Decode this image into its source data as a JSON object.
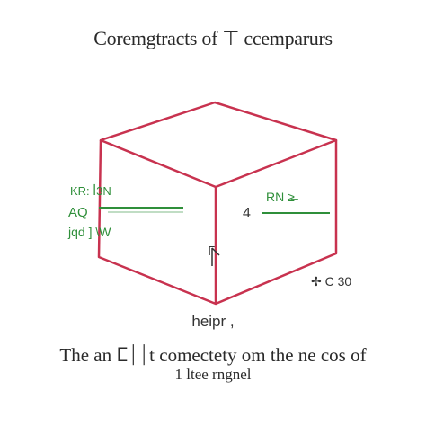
{
  "title": "Coremgtracts of ⊤ ccemparurs",
  "labels": {
    "left_top": "KR: ꟾ3N",
    "left_mid": "AQ",
    "left_bot": "jqd ] \\W",
    "right_top": "RN ≥̶",
    "right_num": "4",
    "corner_mark": "ᒥ",
    "side_note": "✢ C 30",
    "under": "heipr ,"
  },
  "caption": {
    "line1": "The an ⵎ⏐⏐t comectety om the ne cos of",
    "line2": "1 ltee rngnel"
  },
  "colors": {
    "cube_edge": "#c8324f",
    "callout_line": "#2f8f3a",
    "label_green": "#2f8f3a",
    "text": "#2a2a2a"
  }
}
